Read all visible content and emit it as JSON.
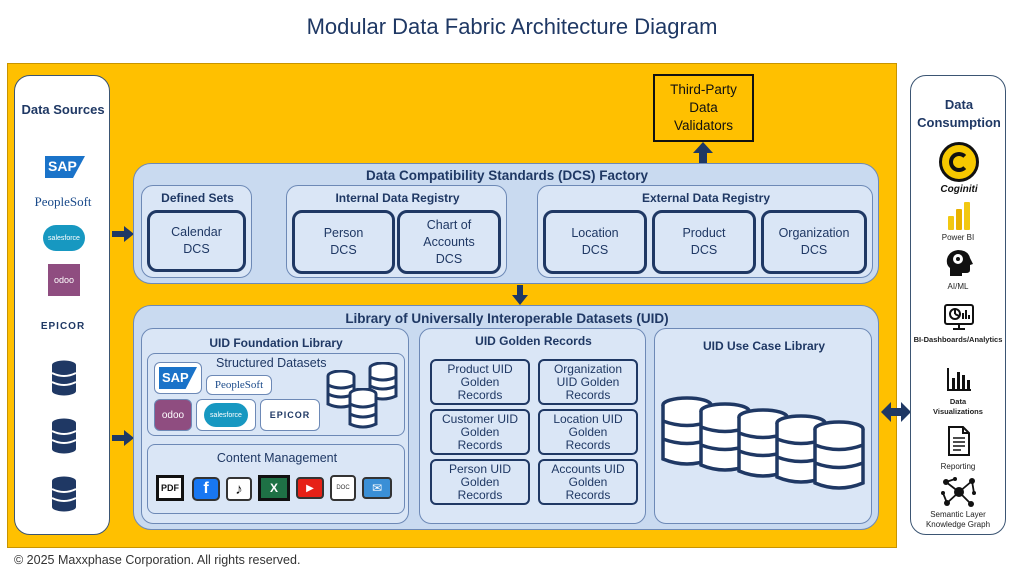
{
  "title": "Modular Data Fabric Architecture Diagram",
  "footer": "© 2025 Maxxphase Corporation.  All rights reserved.",
  "data_sources": {
    "title": "Data Sources",
    "logos": [
      "SAP",
      "PeopleSoft",
      "salesforce",
      "odoo",
      "EPICOR"
    ]
  },
  "third_party": "Third-Party\nData\nValidators",
  "dcs_factory": {
    "title": "Data Compatibility Standards (DCS) Factory",
    "defined_sets": {
      "title": "Defined Sets",
      "cards": [
        "Calendar\nDCS"
      ]
    },
    "internal_registry": {
      "title": "Internal Data Registry",
      "cards": [
        "Person\nDCS",
        "Chart of\nAccounts\nDCS"
      ]
    },
    "external_registry": {
      "title": "External Data Registry",
      "cards": [
        "Location\nDCS",
        "Product\nDCS",
        "Organization\nDCS"
      ]
    }
  },
  "uid_library": {
    "title": "Library of Universally Interoperable Datasets (UID)",
    "foundation": {
      "title": "UID Foundation Library",
      "structured": "Structured Datasets",
      "logos": [
        "SAP",
        "PeopleSoft",
        "odoo",
        "salesforce",
        "EPICOR"
      ],
      "content": "Content Management",
      "content_icons": [
        "PDF",
        "f",
        "♪",
        "X",
        "▶",
        "DOC",
        "✉"
      ]
    },
    "golden": {
      "title": "UID Golden Records",
      "cards": [
        "Product UID\nGolden\nRecords",
        "Organization\nUID Golden\nRecords",
        "Customer UID\nGolden\nRecords",
        "Location UID\nGolden\nRecords",
        "Person UID\nGolden\nRecords",
        "Accounts UID\nGolden\nRecords"
      ]
    },
    "use_case": {
      "title": "UID Use Case Library"
    }
  },
  "consumption": {
    "title": "Data\nConsumption",
    "items": [
      "Coginiti",
      "Power BI",
      "AI/ML",
      "BI-Dashboards/Analytics",
      "Data\nVisualizations",
      "Reporting",
      "Semantic Layer\nKnowledge Graph"
    ]
  },
  "colors": {
    "orange": "#ffc000",
    "navy": "#1f3864",
    "light_blue": "#c9daf0"
  }
}
